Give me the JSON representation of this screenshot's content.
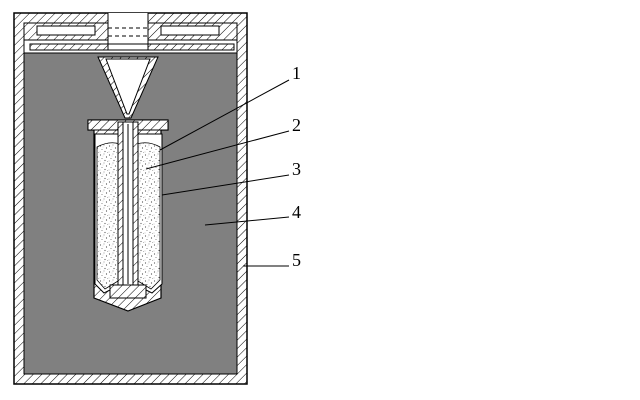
{
  "colors": {
    "background": "#ffffff",
    "outline": "#000000",
    "filling_gray": "#808080",
    "lid_slot": "#ffffff"
  },
  "callouts": [
    {
      "label": "1"
    },
    {
      "label": "2"
    },
    {
      "label": "3"
    },
    {
      "label": "4"
    },
    {
      "label": "5"
    }
  ]
}
